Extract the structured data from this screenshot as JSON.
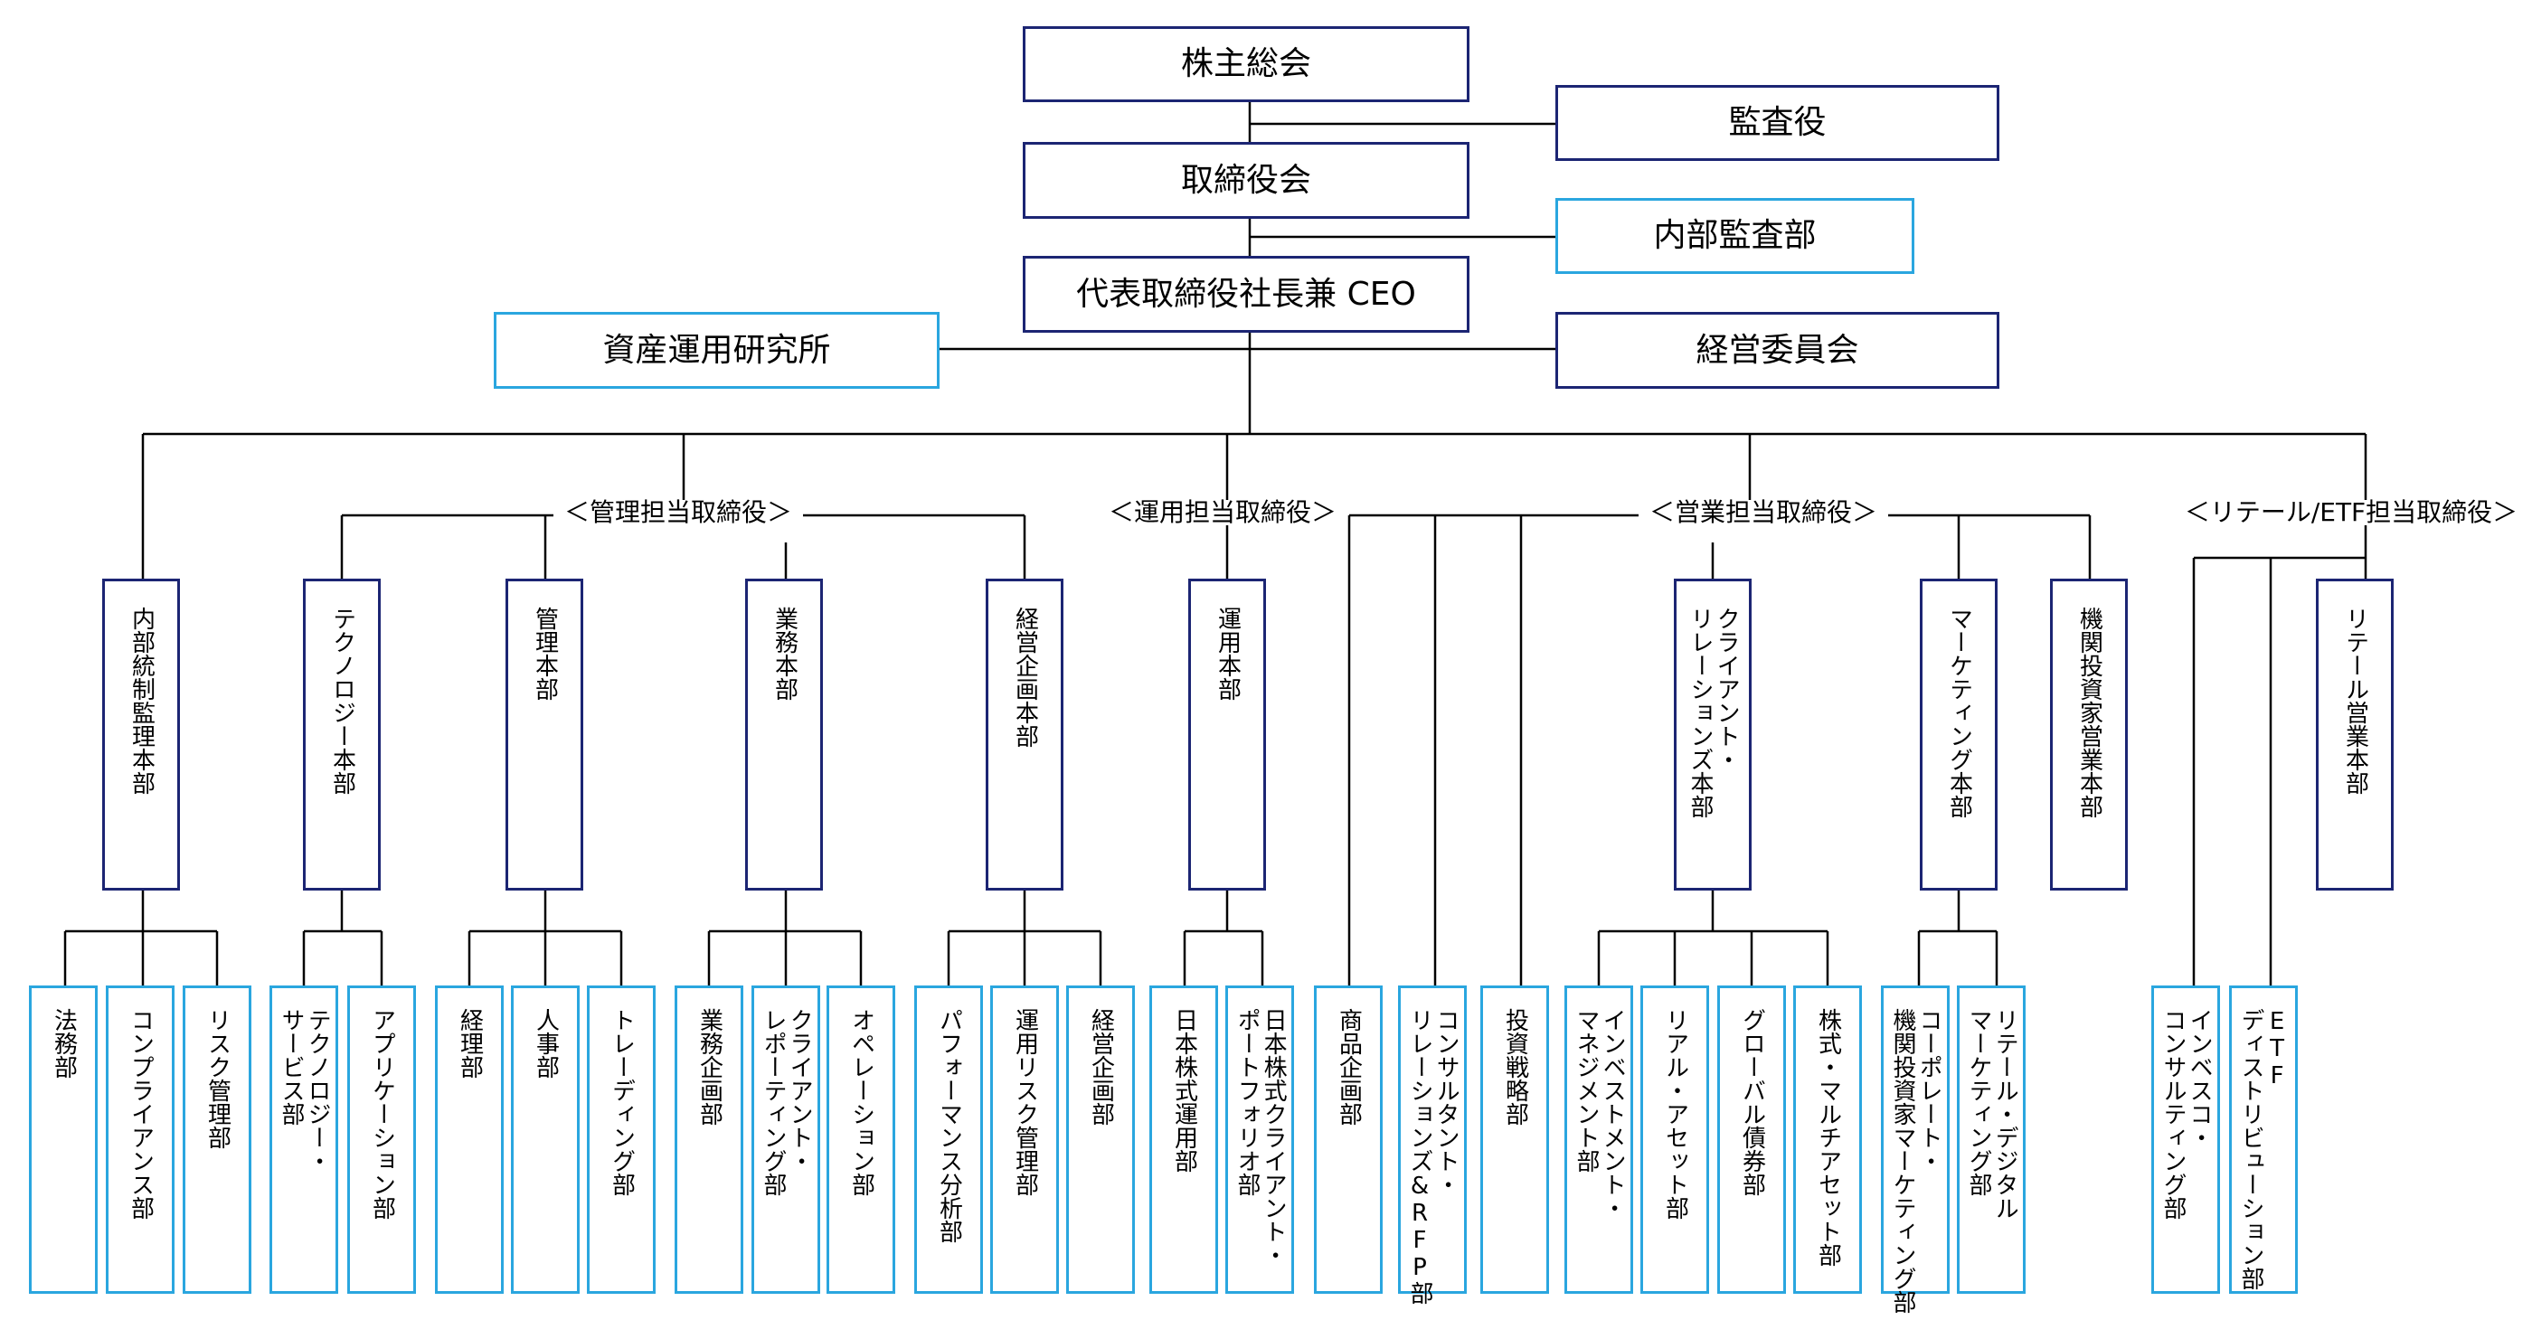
{
  "colors": {
    "navy_border": "#1c2573",
    "cyan_border": "#2aa6df",
    "line": "#000000"
  },
  "top": {
    "shareholders": "株主総会",
    "auditor": "監査役",
    "board": "取締役会",
    "internal_audit": "内部監査部",
    "ceo": "代表取締役社長兼 CEO",
    "research_institute": "資産運用研究所",
    "management_committee": "経営委員会"
  },
  "groups": {
    "admin": "＜管理担当取締役＞",
    "investment": "＜運用担当取締役＞",
    "sales": "＜営業担当取締役＞",
    "retail": "＜リテール/ETF担当取締役＞"
  },
  "units": [
    "内部統制監理本部",
    "テクノロジー本部",
    "管理本部",
    "業務本部",
    "経営企画本部",
    "運用本部",
    "クライアント・\nリレーションズ本部",
    "マーケティング本部",
    "機関投資家営業本部",
    "リテール営業本部"
  ],
  "departments": [
    "法務部",
    "コンプライアンス部",
    "リスク管理部",
    "テクノロジー・\nサービス部",
    "アプリケーション部",
    "経理部",
    "人事部",
    "トレーディング部",
    "業務企画部",
    "クライアント・\nレポーティング部",
    "オペレーション部",
    "パフォーマンス分析部",
    "運用リスク管理部",
    "経営企画部",
    "日本株式運用部",
    "日本株式クライアント・\nポートフォリオ部",
    "商品企画部",
    "コンサルタント・\nリレーションズ&RFP部",
    "投資戦略部",
    "インベストメント・\nマネジメント部",
    "リアル・アセット部",
    "グローバル債券部",
    "株式・マルチアセット部",
    "コーポレート・\n機関投資家マーケティング部",
    "リテール・デジタル\nマーケティング部",
    "インベスコ・\nコンサルティング部",
    "ETF\nディストリビューション部"
  ]
}
